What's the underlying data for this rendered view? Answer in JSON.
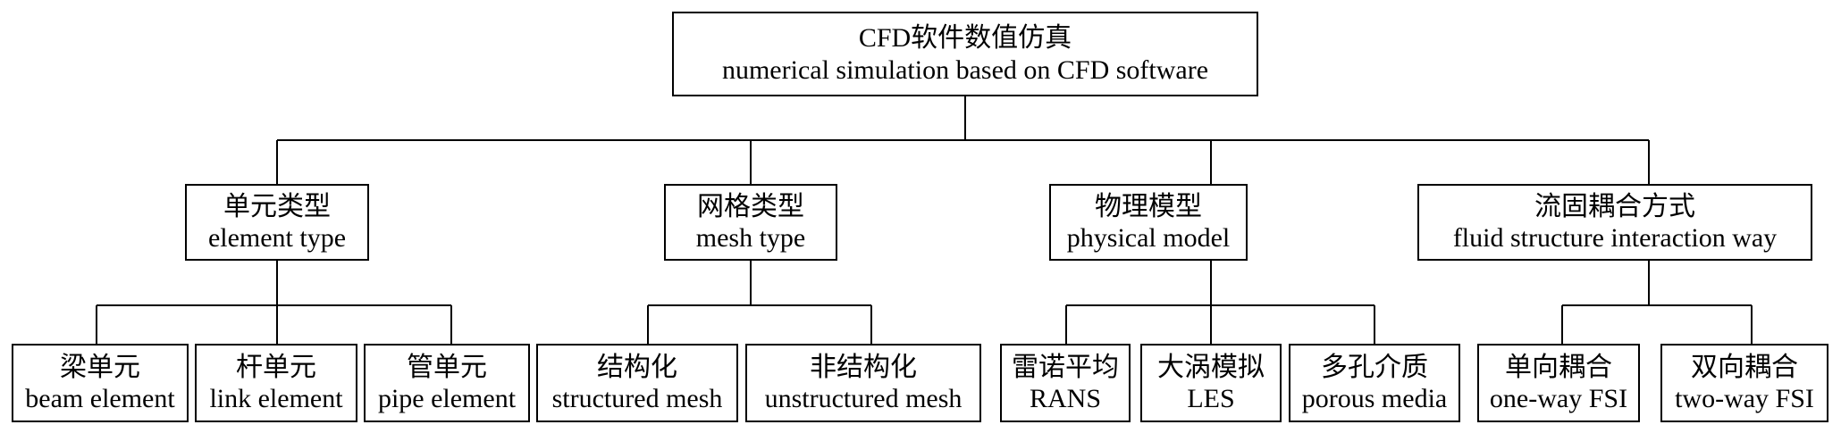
{
  "root": {
    "zh": "CFD软件数值仿真",
    "en": "numerical simulation based on CFD software"
  },
  "categories": [
    {
      "zh": "单元类型",
      "en": "element type",
      "children": [
        {
          "zh": "梁单元",
          "en": "beam element"
        },
        {
          "zh": "杆单元",
          "en": "link element"
        },
        {
          "zh": "管单元",
          "en": "pipe element"
        }
      ]
    },
    {
      "zh": "网格类型",
      "en": "mesh type",
      "children": [
        {
          "zh": "结构化",
          "en": "structured mesh"
        },
        {
          "zh": "非结构化",
          "en": "unstructured mesh"
        }
      ]
    },
    {
      "zh": "物理模型",
      "en": "physical model",
      "children": [
        {
          "zh": "雷诺平均",
          "en": "RANS"
        },
        {
          "zh": "大涡模拟",
          "en": "LES"
        },
        {
          "zh": "多孔介质",
          "en": "porous media"
        }
      ]
    },
    {
      "zh": "流固耦合方式",
      "en": "fluid structure interaction way",
      "children": [
        {
          "zh": "单向耦合",
          "en": "one-way FSI"
        },
        {
          "zh": "双向耦合",
          "en": "two-way FSI"
        }
      ]
    }
  ]
}
